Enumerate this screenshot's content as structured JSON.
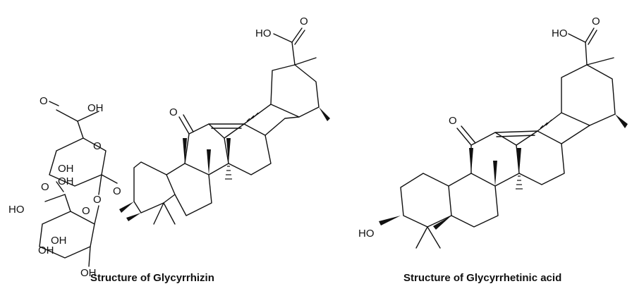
{
  "figure": {
    "left_caption": "Structure of Glycyrrhizin",
    "right_caption": "Structure of Glycyrrhetinic acid"
  },
  "glycyrrhizin": {
    "labels": {
      "carboxyl_top": "HO",
      "carboxyl_o": "O",
      "ketone_o": "O",
      "glcA1_acid_o": "O",
      "glcA1_acid_oh": "OH",
      "glcA1_ring_o": "O",
      "glcA1_oh_a": "OH",
      "glcA1_oh_b": "OH",
      "link_o_1": "O",
      "link_o_2": "O",
      "glcA2_acid_o": "O",
      "glcA2_acid_ho": "HO",
      "glcA2_ring_o": "O",
      "glcA2_oh_a": "OH",
      "glcA2_oh_b": "OH",
      "glcA2_oh_c": "OH"
    }
  },
  "glycyrrhetinic_acid": {
    "labels": {
      "carboxyl_ho": "HO",
      "carboxyl_o": "O",
      "ketone_o": "O",
      "hydroxyl": "HO"
    }
  }
}
